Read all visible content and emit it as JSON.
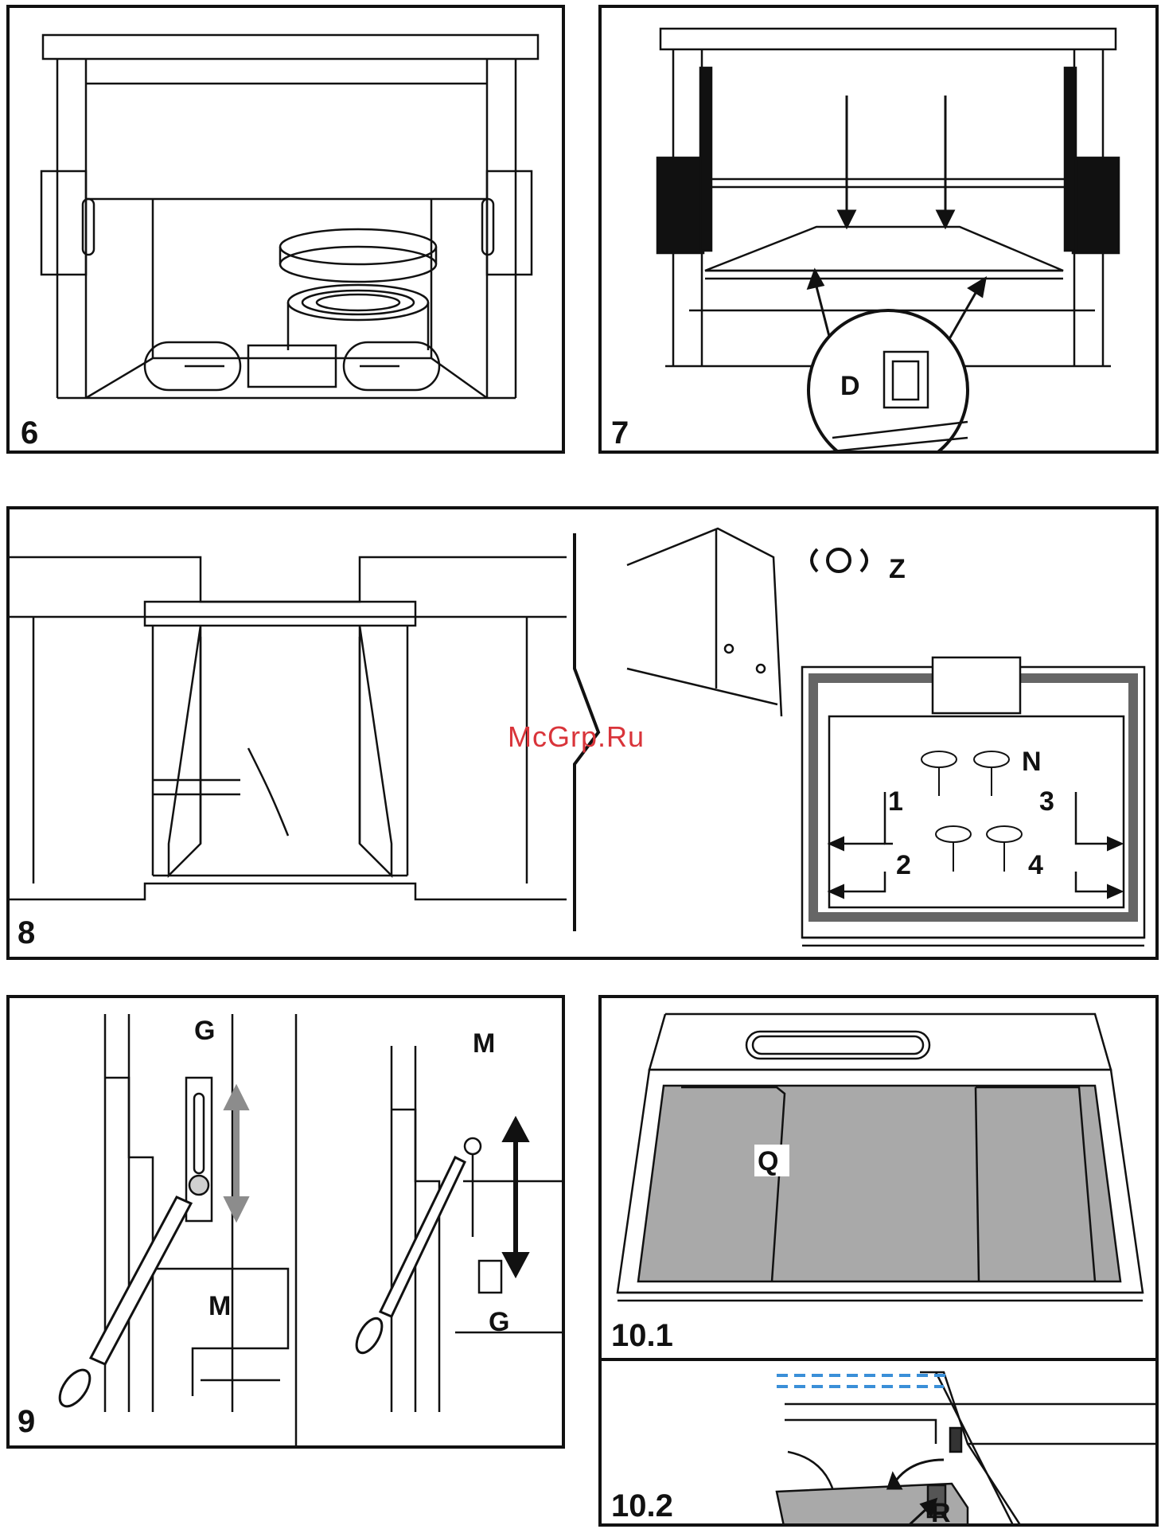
{
  "watermark": "McGrp.Ru",
  "figures": {
    "fig6": {
      "number": "6"
    },
    "fig7": {
      "number": "7",
      "labels": {
        "d": "D"
      }
    },
    "fig8": {
      "number": "8",
      "labels": {
        "z": "Z",
        "n": "N",
        "s1": "1",
        "s2": "2",
        "s3": "3",
        "s4": "4"
      }
    },
    "fig9": {
      "number": "9",
      "labels": {
        "g_left": "G",
        "m_left": "M",
        "m_right": "M",
        "g_right": "G"
      }
    },
    "fig10_1": {
      "number": "10.1",
      "labels": {
        "q": "Q"
      }
    },
    "fig10_2": {
      "number": "10.2",
      "labels": {
        "r": "R"
      }
    }
  },
  "colors": {
    "ink": "#111111",
    "filter_gray": "#a9a9a9",
    "arrow_gray": "#8c8c8c",
    "water_blue": "#3a8fd8",
    "watermark_red": "#d9343a"
  }
}
